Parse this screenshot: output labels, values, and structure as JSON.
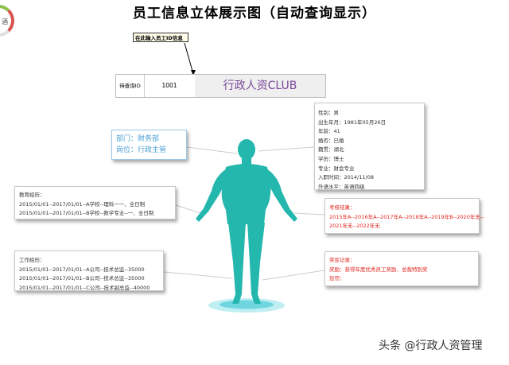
{
  "page": {
    "title": "员工信息立体展示图（自动查询显示）",
    "logo_text": "酒"
  },
  "note": {
    "text": "在此输入员工ID信息"
  },
  "query": {
    "label": "待查询ID",
    "value": "1001",
    "club": "行政人资CLUB"
  },
  "personal": {
    "lines": [
      "性别：男",
      "出生年月：1981年05月26日",
      "年龄：41",
      "婚否：已婚",
      "籍贯：湖北",
      "学历：博士",
      "专业：财会专业",
      "入职时间：2014/11/08",
      "外语水平：英语四级"
    ]
  },
  "dept": {
    "department": "部门：财务部",
    "position": "岗位：行政主管"
  },
  "education": {
    "lines": [
      "教育经历：",
      "2015/01/01--2017/01/01--A学校--理科一一、全日制",
      "2015/01/01--2017/01/01--B学校--数学专业--一、全日制"
    ]
  },
  "performance": {
    "lines": [
      "考核结果：",
      "2015年A--2016年A--2017年A--2018年A--2019年B--2020年无--",
      "2021年无--2022年无"
    ]
  },
  "work": {
    "lines": [
      "工作经历：",
      "2015/01/01--2017/01/01--A公司--技术总监--35000",
      "2015/01/01--2017/01/01--B公司--技术总监--35000",
      "2015/01/01--2017/01/01--C公司--技术副总监--40000"
    ]
  },
  "reward": {
    "lines": [
      "奖惩记录：",
      "奖励：获得年度优秀员工奖励、总裁特别奖",
      "惩罚："
    ]
  },
  "watermark": {
    "text": "头条 @行政人资管理"
  },
  "colors": {
    "figure": "#24b7ad",
    "club": "#7b4a9c",
    "dept": "#4a9fd5",
    "red": "#e0261f"
  },
  "icons": {
    "figure": "human-body-figure"
  }
}
